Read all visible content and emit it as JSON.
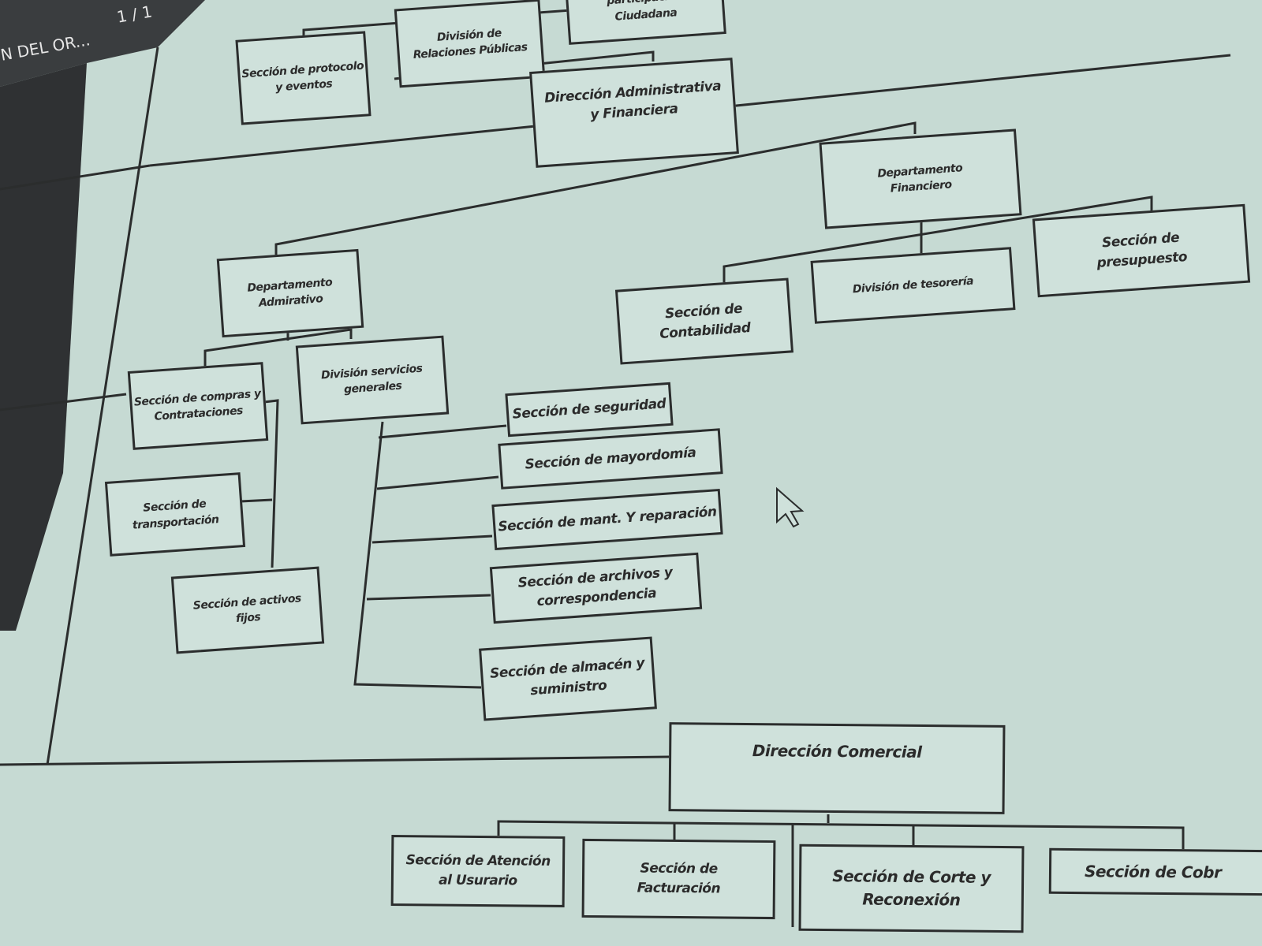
{
  "viewer": {
    "doc_title": "N DEL OR...",
    "page_indicator": "1 / 1"
  },
  "org_chart": {
    "protocolo": [
      "Sección de protocolo",
      "y eventos"
    ],
    "relaciones": [
      "División de",
      "Relaciones Públicas"
    ],
    "participacion": [
      "participación",
      "Ciudadana"
    ],
    "dir_admin": [
      "Dirección Administrativa",
      "y Financiera"
    ],
    "dep_financiero": [
      "Departamento",
      "Financiero"
    ],
    "presupuesto": [
      "Sección de",
      "presupuesto"
    ],
    "tesoreria": [
      "División  de tesorería"
    ],
    "contabilidad": [
      "Sección de",
      "Contabilidad"
    ],
    "dep_admin": [
      "Departamento",
      "Admirativo"
    ],
    "compras": [
      "Sección de compras y",
      "Contrataciones"
    ],
    "servicios": [
      "División servicios",
      "generales"
    ],
    "transportacion": [
      "Sección de",
      "transportación"
    ],
    "activos": [
      "Sección de activos",
      "fijos"
    ],
    "seguridad": [
      "Sección de seguridad"
    ],
    "mayordomia": [
      "Sección de mayordomía"
    ],
    "mantenimiento": [
      "Sección de mant. Y reparación"
    ],
    "archivos": [
      "Sección de archivos y",
      "correspondencia"
    ],
    "almacen": [
      "Sección de almacén y",
      "suministro"
    ],
    "dir_comercial": [
      "Dirección Comercial"
    ],
    "atencion": [
      "Sección  de Atención",
      "al Usurario"
    ],
    "facturacion": [
      "Sección de",
      "Facturación"
    ],
    "corte": [
      "Sección de Corte y",
      "Reconexión"
    ],
    "cobros": [
      "Sección de Cobr"
    ]
  },
  "colors": {
    "screen_bg": "#c6dad3",
    "bezel": "#2f3133",
    "line": "#2b2d2d"
  }
}
